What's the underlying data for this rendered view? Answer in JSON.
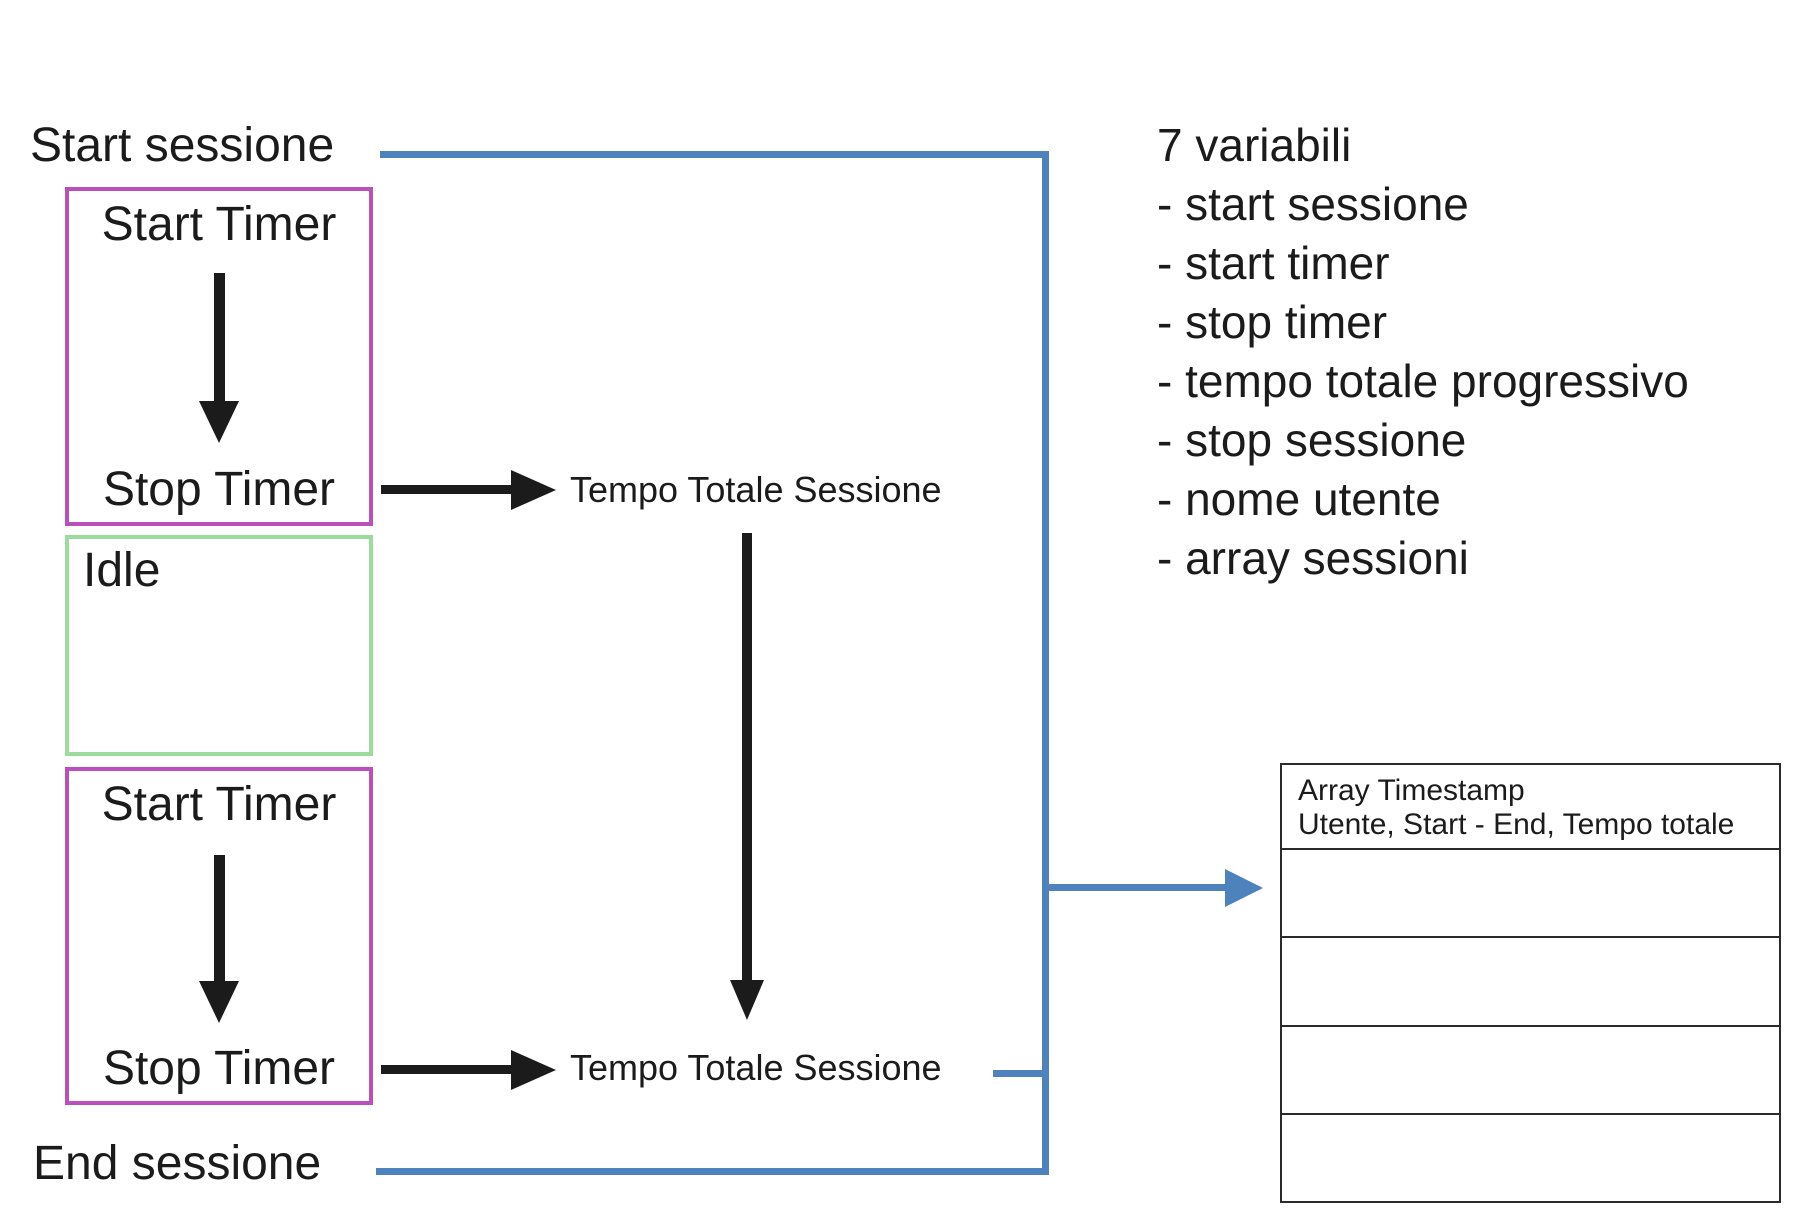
{
  "diagram": {
    "start_session_label": "Start sessione",
    "end_session_label": "End sessione",
    "timer_box": {
      "start_label": "Start Timer",
      "stop_label": "Stop Timer"
    },
    "idle_label": "Idle",
    "session_total_label": "Tempo Totale Sessione"
  },
  "variables_panel": {
    "title": "7 variabili",
    "items": [
      "- start sessione",
      "- start timer",
      "- stop timer",
      "- tempo totale progressivo",
      "- stop sessione",
      "- nome utente",
      "- array sessioni"
    ]
  },
  "array_table": {
    "header_line1": "Array Timestamp",
    "header_line2": "Utente, Start - End, Tempo totale",
    "empty_row_count": 4
  },
  "colors": {
    "flow_blue": "#4d82bd",
    "timer_box_magenta": "#bb4fbb",
    "idle_box_green": "#9bdb9b",
    "ink_black": "#1b1b1b",
    "table_border": "#2b2b2b"
  }
}
